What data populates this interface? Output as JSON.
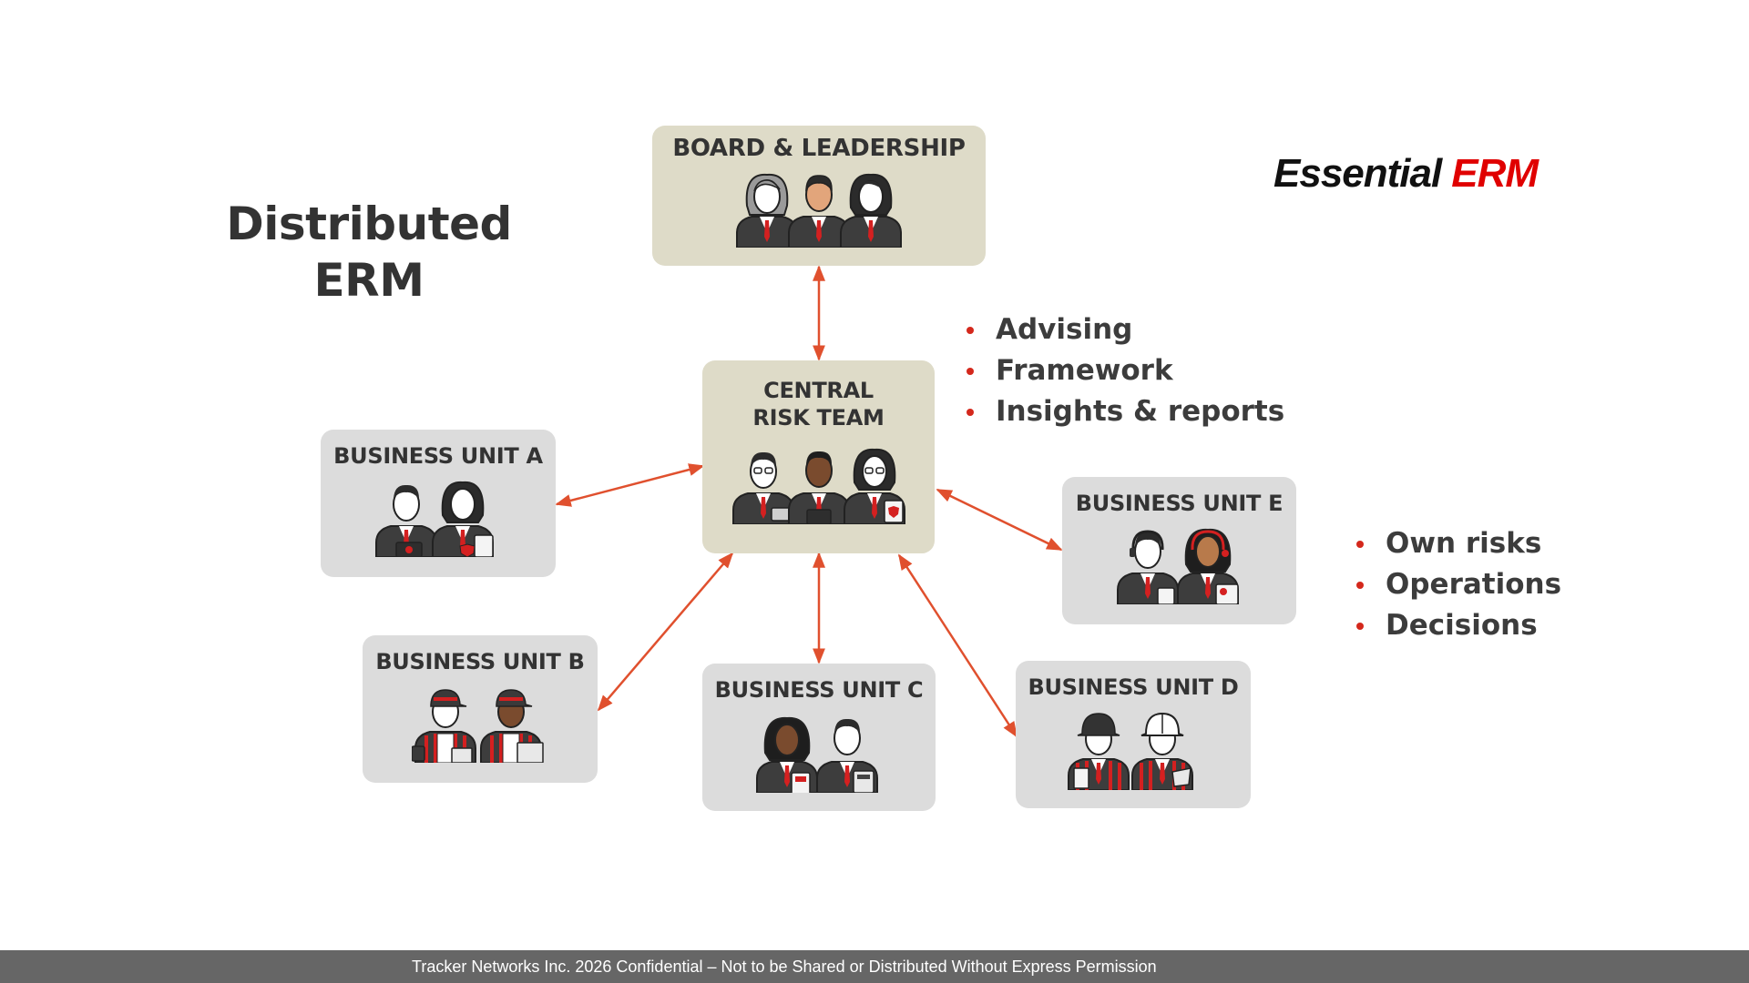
{
  "slide_title_line1": "Distributed",
  "slide_title_line2": "ERM",
  "brand": {
    "part1": "Essential",
    "part2": "ERM",
    "accent_color": "#e00000"
  },
  "nodes": {
    "board": {
      "title": "BOARD & LEADERSHIP"
    },
    "central": {
      "title_line1": "CENTRAL",
      "title_line2": "RISK TEAM"
    },
    "unit_a": {
      "title": "BUSINESS UNIT A"
    },
    "unit_b": {
      "title": "BUSINESS UNIT B"
    },
    "unit_c": {
      "title": "BUSINESS UNIT C"
    },
    "unit_d": {
      "title": "BUSINESS UNIT D"
    },
    "unit_e": {
      "title": "BUSINESS UNIT E"
    }
  },
  "central_bullets": [
    "Advising",
    "Framework",
    "Insights & reports"
  ],
  "unit_bullets": [
    "Own risks",
    "Operations",
    "Decisions"
  ],
  "connectors": [
    {
      "from": "board",
      "to": "central",
      "bidirectional": true
    },
    {
      "from": "central",
      "to": "unit_a",
      "bidirectional": true
    },
    {
      "from": "central",
      "to": "unit_b",
      "bidirectional": true
    },
    {
      "from": "central",
      "to": "unit_c",
      "bidirectional": true
    },
    {
      "from": "central",
      "to": "unit_d",
      "bidirectional": true
    },
    {
      "from": "central",
      "to": "unit_e",
      "bidirectional": true
    }
  ],
  "colors": {
    "arrow": "#e0502e",
    "bullet": "#d4281c",
    "box_gray": "#dcdcdc",
    "box_tan": "#dedbc8",
    "footer_bg": "#666666"
  },
  "footer": "Tracker Networks Inc. 2026   Confidential – Not to be Shared or Distributed Without Express Permission"
}
